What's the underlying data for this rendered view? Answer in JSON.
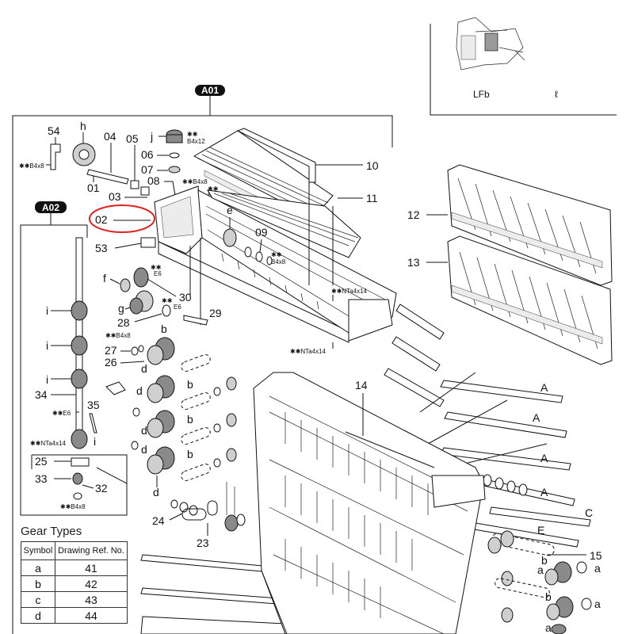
{
  "tags": {
    "a01": "A01",
    "a02": "A02"
  },
  "inset": {
    "text": "LFb",
    "mark": "ℓ"
  },
  "screws": {
    "b4x8": "✱✱B4x8",
    "b4x12_top": "✱✱",
    "b4x12": "B4x12",
    "b4x8_08a": "✱✱B4x8",
    "b4x8_08b": "✱✱",
    "b4x8_08c": "B4x8",
    "e6_30a": "✱✱",
    "e6_30b": "E6",
    "e6_28a": "✱✱",
    "e6_28b": "E6",
    "b4x8_09a": "✱✱",
    "b4x8_09b": "B4x8",
    "nta4x14_right": "✱✱NTa4x14",
    "nta4x14_bottom": "✱✱NTa4x14",
    "b4x8_27": "✱✱B4x8",
    "e6_shaft": "✱✱E6",
    "nta4x14_shaft": "✱✱NTa4x14",
    "b4x8_33": "✱✱B4x8"
  },
  "labels": {
    "p54": "54",
    "ph": "h",
    "p04": "04",
    "p05": "05",
    "pj": "j",
    "p06": "06",
    "p07": "07",
    "p08": "08",
    "p01": "01",
    "p03": "03",
    "p02": "02",
    "p10": "10",
    "p11": "11",
    "p12": "12",
    "p13": "13",
    "pe": "e",
    "p09": "09",
    "p53": "53",
    "pf": "f",
    "p30": "30",
    "pg": "g",
    "p28": "28",
    "p29": "29",
    "pb1": "b",
    "p27": "27",
    "p26": "26",
    "pd1": "d",
    "pb2": "b",
    "pd2": "d",
    "pb3": "b",
    "pd3": "d",
    "pb4": "b",
    "pd4": "d",
    "pd5": "d",
    "p14": "14",
    "pA1": "A",
    "pA2": "A",
    "pA3": "A",
    "pA4": "A",
    "pC": "C",
    "pE": "E",
    "p15": "15",
    "pb5": "b",
    "pa1": "a",
    "pa2": "a",
    "pb6": "b",
    "pa3": "a",
    "pa4": "a",
    "p24": "24",
    "p23": "23",
    "pi1": "i",
    "pi2": "i",
    "pi3": "i",
    "pi4": "i",
    "p34": "34",
    "p35": "35",
    "p25": "25",
    "p33": "33",
    "p32": "32"
  },
  "gear_types": {
    "title": "Gear Types",
    "headers": [
      "Symbol",
      "Drawing Ref. No."
    ],
    "rows": [
      {
        "symbol": "a",
        "ref": "41"
      },
      {
        "symbol": "b",
        "ref": "42"
      },
      {
        "symbol": "c",
        "ref": "43"
      },
      {
        "symbol": "d",
        "ref": "44"
      }
    ]
  }
}
